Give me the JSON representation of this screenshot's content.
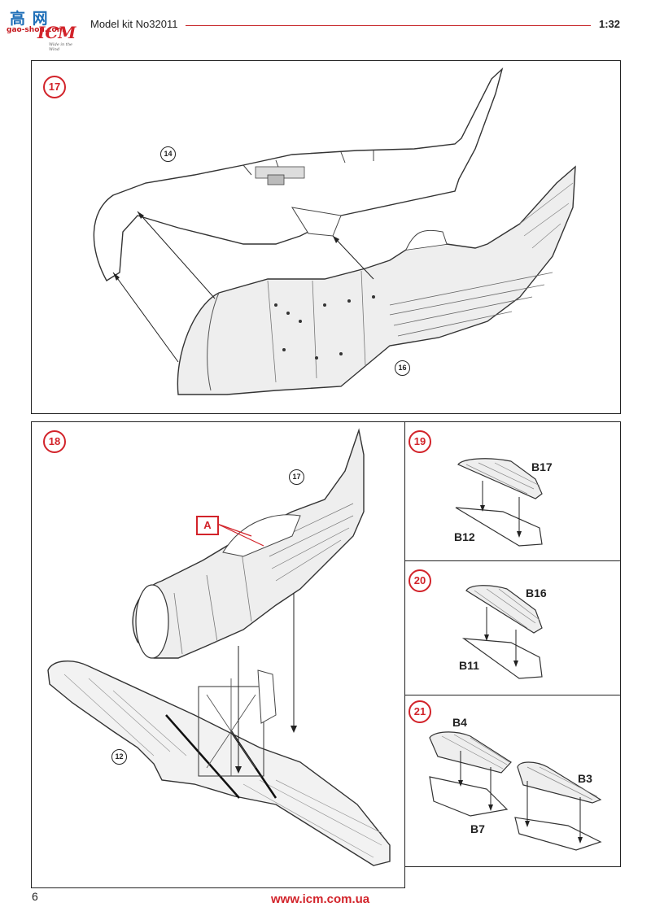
{
  "header": {
    "logo_cn": "高 网",
    "logo_site": "gao-shou.com",
    "logo_brand": "ICM",
    "logo_tagline": "Wide in the Wind",
    "kit_title": "Model kit No32011",
    "scale": "1:32"
  },
  "steps": {
    "step17": {
      "number": "17",
      "callouts": [
        "14",
        "16"
      ]
    },
    "step18": {
      "number": "18",
      "callouts": [
        "17",
        "12"
      ],
      "detail_label": "A"
    },
    "step19": {
      "number": "19",
      "parts": [
        "B17",
        "B12"
      ]
    },
    "step20": {
      "number": "20",
      "parts": [
        "B16",
        "B11"
      ]
    },
    "step21": {
      "number": "21",
      "parts": [
        "B4",
        "B3",
        "B7"
      ]
    }
  },
  "footer": {
    "page_number": "6",
    "url": "www.icm.com.ua"
  },
  "colors": {
    "accent_red": "#d2232a",
    "logo_blue": "#1f6fb8",
    "line_color": "#222222"
  }
}
